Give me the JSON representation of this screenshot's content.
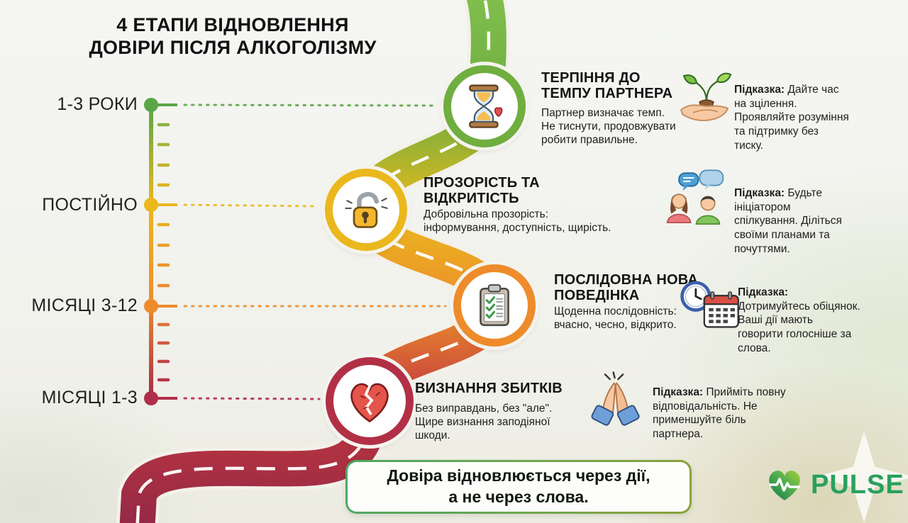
{
  "title": "4 ЕТАПИ ВІДНОВЛЕННЯ\nДОВІРИ ПІСЛЯ АЛКОГОЛІЗМУ",
  "timeline": {
    "items": [
      {
        "label": "1-3 РОКИ",
        "color": "#5aa646"
      },
      {
        "label": "ПОСТІЙНО",
        "color": "#ecb71d"
      },
      {
        "label": "МІСЯЦІ 3-12",
        "color": "#ee8c2b"
      },
      {
        "label": "МІСЯЦІ 1-3",
        "color": "#b02e4c"
      }
    ]
  },
  "stages": [
    {
      "title": "ТЕРПІННЯ ДО\nТЕМПУ ПАРТНЕРА",
      "description": "Партнер визначає темп.\nНе тиснути, продовжувати\nробити правильне.",
      "color": "#6fae3f",
      "icon": "hourglass-heart",
      "tip_label": "Підказка:",
      "tip_text": " Дайте час\nна зцілення.\nПроявляйте розуміння\nта підтримку без\nтиску.",
      "tip_icon": "hand-sprout"
    },
    {
      "title": "ПРОЗОРІСТЬ ТА\nВІДКРИТІСТЬ",
      "description": "Добровільна прозорість:\nінформування, доступність, щирість.",
      "color": "#eab71d",
      "icon": "open-padlock",
      "tip_label": "Підказка:",
      "tip_text": " Будьте\nініціатором\nспілкування. Діліться\nсвоїми планами та\nпочуттями.",
      "tip_icon": "people-chat"
    },
    {
      "title": "ПОСЛІДОВНА НОВА\nПОВЕДІНКА",
      "description": "Щоденна послідовність:\nвчасно, чесно, відкрито.",
      "color": "#ee8c2b",
      "icon": "checklist-clipboard",
      "tip_label": "Підказка:",
      "tip_text": "\nДотримуйтесь обіцянок.\nВаші дії мають\nговорити голосніше за\nслова.",
      "tip_icon": "clock-calendar"
    },
    {
      "title": "ВИЗНАННЯ ЗБИТКІВ",
      "description": "Без виправдань, без \"але\".\nЩире визнання заподіяної\nшкоди.",
      "color": "#b23046",
      "icon": "broken-heart",
      "tip_label": "Підказка:",
      "tip_text": " Прийміть повну\nвідповідальність. Не\nприменшуйте біль\nпартнера.",
      "tip_icon": "praying-hands"
    }
  ],
  "footer": {
    "quote": "Довіра відновлюється через дії,\nа не через слова."
  },
  "brand": {
    "name": "PULSE",
    "color": "#2aa05f"
  }
}
